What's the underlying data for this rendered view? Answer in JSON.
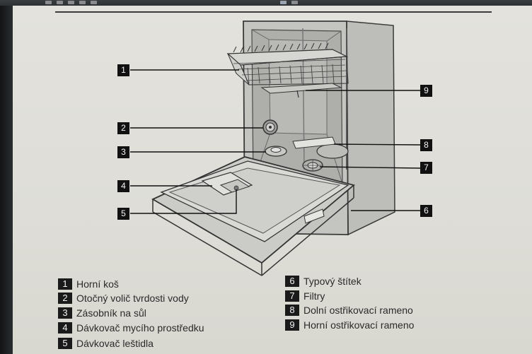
{
  "callouts": [
    {
      "num": "1",
      "label": "Horní koš"
    },
    {
      "num": "2",
      "label": "Otočný volič tvrdosti vody"
    },
    {
      "num": "3",
      "label": "Zásobník na sůl"
    },
    {
      "num": "4",
      "label": "Dávkovač mycího prostředku"
    },
    {
      "num": "5",
      "label": "Dávkovač leštidla"
    },
    {
      "num": "6",
      "label": "Typový štítek"
    },
    {
      "num": "7",
      "label": "Filtry"
    },
    {
      "num": "8",
      "label": "Dolní ostřikovací rameno"
    },
    {
      "num": "9",
      "label": "Horní ostřikovací rameno"
    }
  ],
  "colors": {
    "callout_bg": "#111111",
    "paper": "#e0dfd9",
    "line_art": "#3a3a3a"
  }
}
